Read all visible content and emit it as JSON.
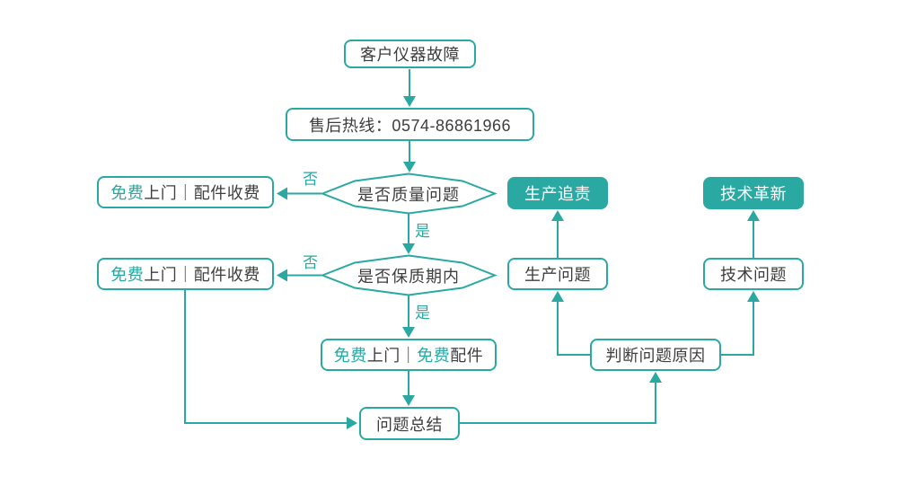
{
  "colors": {
    "teal": "#2aa8a2",
    "text": "#3e3e3e",
    "background": "#ffffff"
  },
  "nodes": {
    "start": "客户仪器故障",
    "hotline": "售后热线：0574-86861966",
    "decision_quality": "是否质量问题",
    "decision_warranty": "是否保质期内",
    "quality_no_result": {
      "free": "免费",
      "rest": "上门｜配件收费"
    },
    "warranty_no_result": {
      "free": "免费",
      "rest": "上门｜配件收费"
    },
    "warranty_yes_result": {
      "free1": "免费",
      "mid": "上门｜",
      "free2": "免费",
      "tail": "配件"
    },
    "summary": "问题总结",
    "production_accountability": "生产追责",
    "technical_innovation": "技术革新",
    "production_problem": "生产问题",
    "technical_problem": "技术问题",
    "judge_cause": "判断问题原因"
  },
  "edge_labels": {
    "quality_no": "否",
    "quality_yes": "是",
    "warranty_no": "否",
    "warranty_yes": "是"
  }
}
